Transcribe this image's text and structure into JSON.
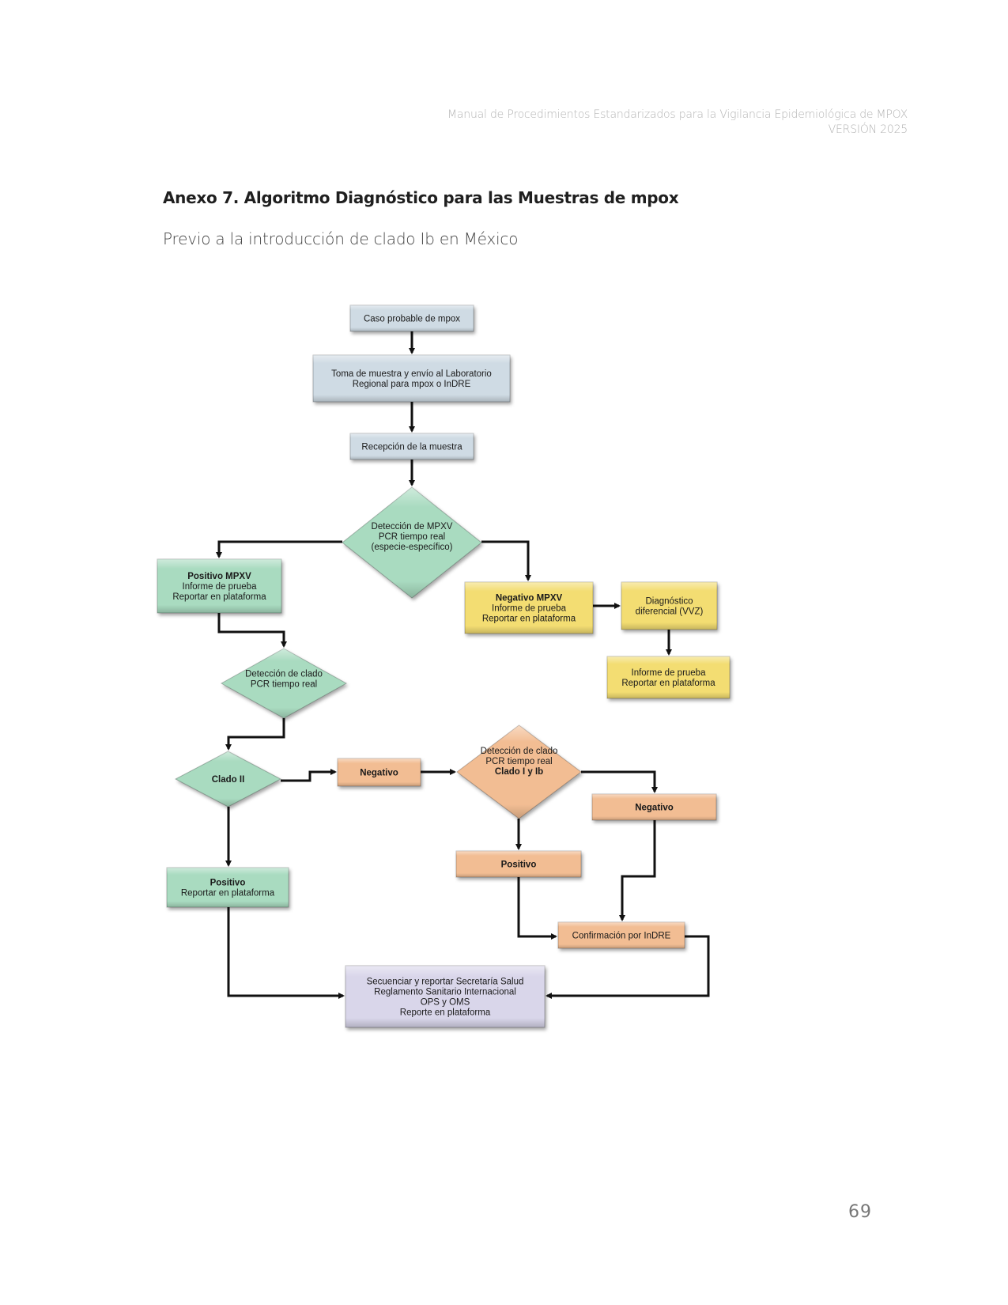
{
  "header": {
    "line1": "Manual de Procedimientos Estandarizados para la Vigilancia Epidemiológica de MPOX",
    "line2": "VERSIÓN 2025"
  },
  "title": "Anexo 7. Algoritmo Diagnóstico para las Muestras de mpox",
  "subtitle": "Previo a la introducción de clado Ib en México",
  "page_number": "69",
  "colors": {
    "blue": "#cfdbe4",
    "green": "#a9dbc0",
    "yellow": "#f3dd72",
    "orange": "#f2bd93",
    "purple": "#d9d6ea",
    "arrow": "#111111"
  },
  "flowchart": {
    "nodes": {
      "caso_probable": {
        "lines": [
          "Caso probable de mpox"
        ],
        "bold": []
      },
      "toma_muestra": {
        "lines": [
          "Toma de muestra y envío al Laboratorio",
          "Regional para mpox o InDRE"
        ],
        "bold": []
      },
      "recepcion": {
        "lines": [
          "Recepción de la muestra"
        ],
        "bold": []
      },
      "deteccion_mpxv": {
        "lines": [
          "Detección de MPXV",
          "PCR tiempo real",
          "(especie-específico)"
        ],
        "bold": []
      },
      "positivo_mpxv": {
        "lines": [
          "Positivo MPXV",
          "Informe de prueba",
          "Reportar en plataforma"
        ],
        "bold": [
          0
        ]
      },
      "negativo_mpxv": {
        "lines": [
          "Negativo MPXV",
          "Informe de prueba",
          "Reportar en plataforma"
        ],
        "bold": [
          0
        ]
      },
      "diagnostico_diferencial": {
        "lines": [
          "Diagnóstico",
          "diferencial (VVZ)"
        ],
        "bold": []
      },
      "informe_prueba": {
        "lines": [
          "Informe de prueba",
          "Reportar en plataforma"
        ],
        "bold": []
      },
      "deteccion_clado": {
        "lines": [
          "Detección de clado",
          "PCR tiempo real"
        ],
        "bold": []
      },
      "clado_ii": {
        "lines": [
          "Clado II"
        ],
        "bold": [
          0
        ]
      },
      "negativo_clado_ii": {
        "lines": [
          "Negativo"
        ],
        "bold": [
          0
        ]
      },
      "deteccion_clado_i_ib": {
        "lines": [
          "Detección de clado",
          "PCR tiempo real",
          "Clado I y Ib"
        ],
        "bold": [
          2
        ]
      },
      "negativo_clado_i": {
        "lines": [
          "Negativo"
        ],
        "bold": [
          0
        ]
      },
      "positivo_clado_i": {
        "lines": [
          "Positivo"
        ],
        "bold": [
          0
        ]
      },
      "positivo_clado_ii": {
        "lines": [
          "Positivo",
          "Reportar en plataforma"
        ],
        "bold": [
          0
        ]
      },
      "confirmacion_indre": {
        "lines": [
          "Confirmación por InDRE"
        ],
        "bold": []
      },
      "secuenciar": {
        "lines": [
          "Secuenciar y reportar Secretaría Salud",
          "Reglamento Sanitario Internacional",
          "OPS y OMS",
          "Reporte en plataforma"
        ],
        "bold": []
      }
    },
    "edges": [
      {
        "from": "caso_probable",
        "to": "toma_muestra"
      },
      {
        "from": "toma_muestra",
        "to": "recepcion"
      },
      {
        "from": "recepcion",
        "to": "deteccion_mpxv"
      },
      {
        "from": "deteccion_mpxv",
        "to": "positivo_mpxv"
      },
      {
        "from": "deteccion_mpxv",
        "to": "negativo_mpxv"
      },
      {
        "from": "negativo_mpxv",
        "to": "diagnostico_diferencial"
      },
      {
        "from": "diagnostico_diferencial",
        "to": "informe_prueba"
      },
      {
        "from": "positivo_mpxv",
        "to": "deteccion_clado"
      },
      {
        "from": "deteccion_clado",
        "to": "clado_ii"
      },
      {
        "from": "clado_ii",
        "to": "negativo_clado_ii"
      },
      {
        "from": "negativo_clado_ii",
        "to": "deteccion_clado_i_ib"
      },
      {
        "from": "clado_ii",
        "to": "positivo_clado_ii"
      },
      {
        "from": "deteccion_clado_i_ib",
        "to": "negativo_clado_i"
      },
      {
        "from": "deteccion_clado_i_ib",
        "to": "positivo_clado_i"
      },
      {
        "from": "positivo_clado_i",
        "to": "confirmacion_indre"
      },
      {
        "from": "negativo_clado_i",
        "to": "confirmacion_indre"
      },
      {
        "from": "positivo_clado_ii",
        "to": "secuenciar"
      },
      {
        "from": "confirmacion_indre",
        "to": "secuenciar"
      }
    ]
  }
}
